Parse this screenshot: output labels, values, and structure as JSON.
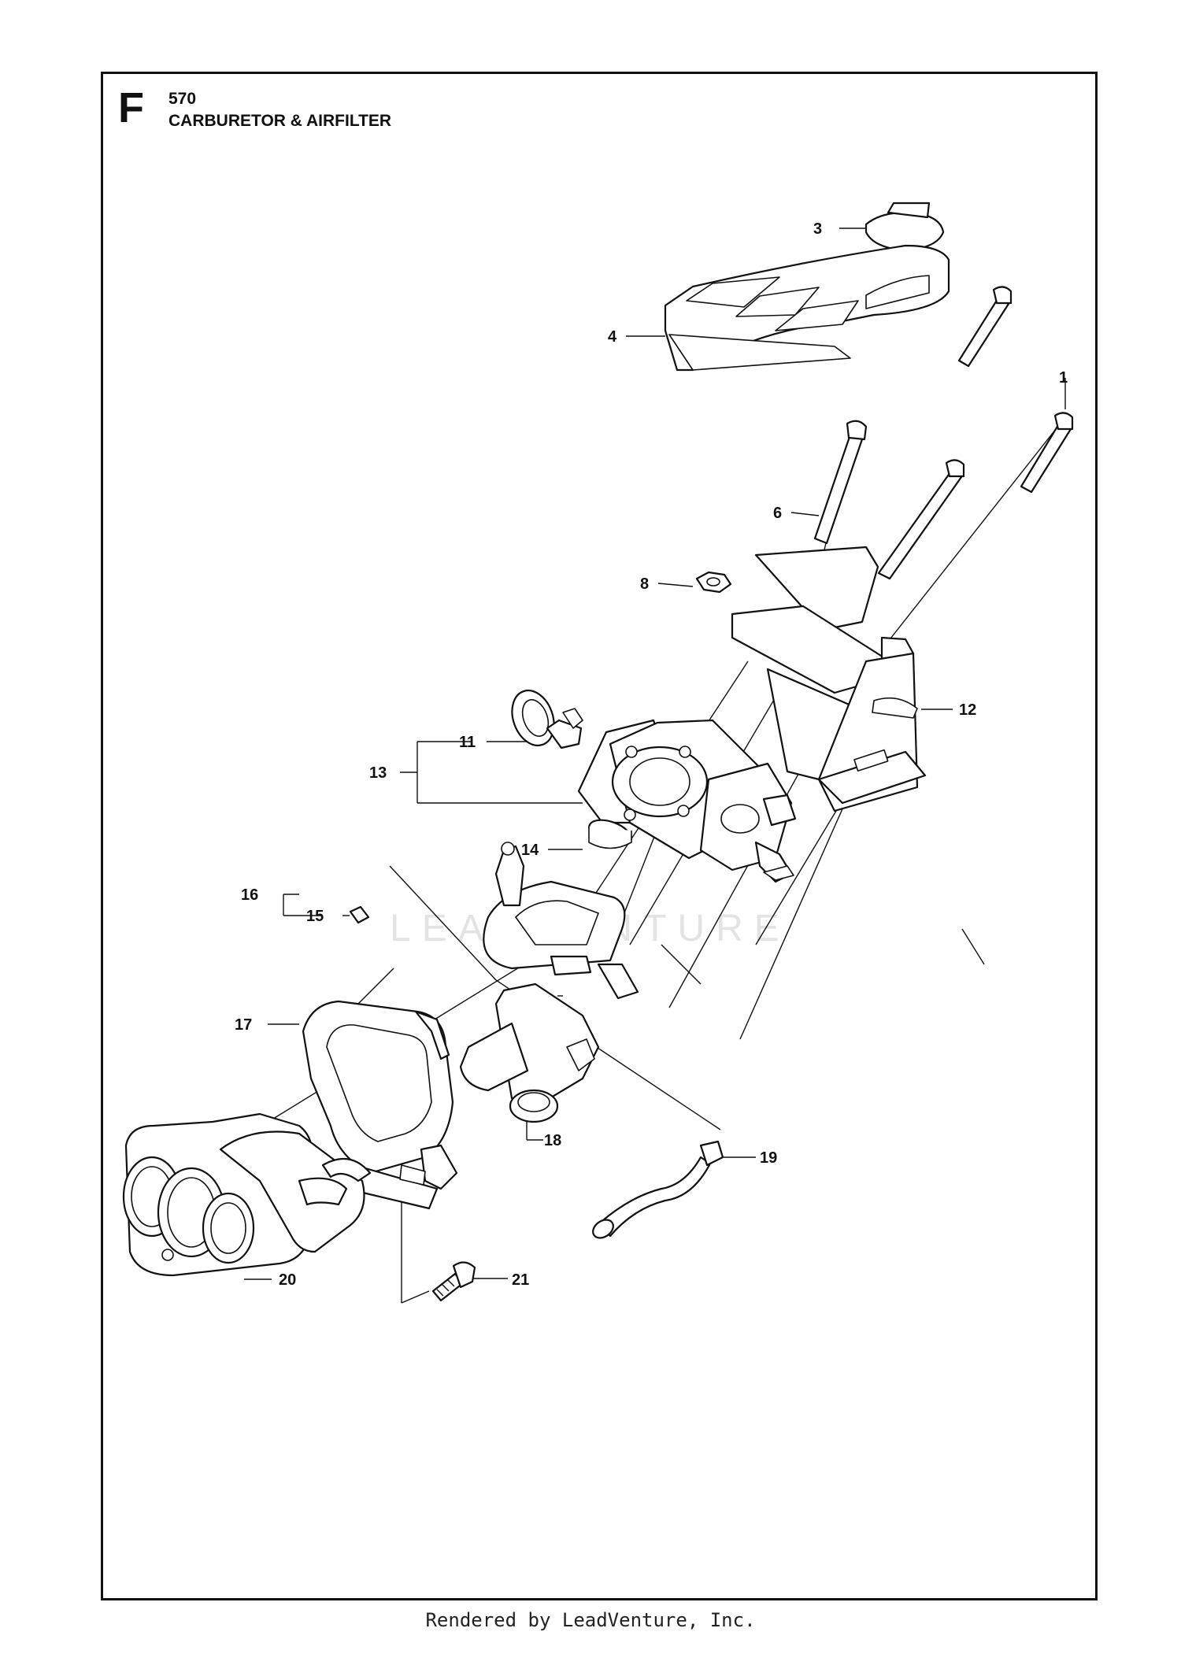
{
  "header": {
    "section_letter": "F",
    "model": "570",
    "title": "CARBURETOR & AIRFILTER"
  },
  "watermark": "LEADVENTURE",
  "callouts": [
    {
      "id": "c3",
      "label": "3"
    },
    {
      "id": "c4",
      "label": "4"
    },
    {
      "id": "c1",
      "label": "1"
    },
    {
      "id": "c6",
      "label": "6"
    },
    {
      "id": "c8",
      "label": "8"
    },
    {
      "id": "c12",
      "label": "12"
    },
    {
      "id": "c11",
      "label": "11"
    },
    {
      "id": "c13",
      "label": "13"
    },
    {
      "id": "c14",
      "label": "14"
    },
    {
      "id": "c16",
      "label": "16"
    },
    {
      "id": "c15",
      "label": "15"
    },
    {
      "id": "c17",
      "label": "17"
    },
    {
      "id": "c18",
      "label": "18"
    },
    {
      "id": "c19",
      "label": "19"
    },
    {
      "id": "c20",
      "label": "20"
    },
    {
      "id": "c21",
      "label": "21"
    }
  ],
  "footer": "Rendered by LeadVenture, Inc."
}
